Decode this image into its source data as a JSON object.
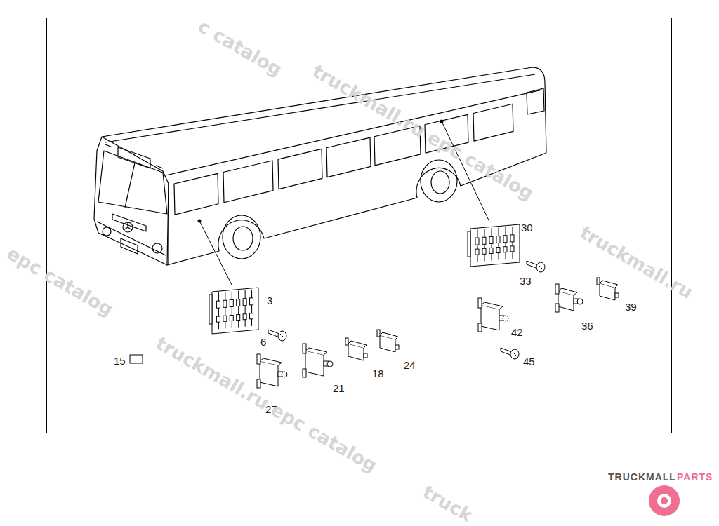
{
  "diagram": {
    "labels": [
      "30",
      "33",
      "3",
      "6",
      "42",
      "36",
      "39",
      "45",
      "15",
      "18",
      "24",
      "21",
      "27",
      "c catalog",
      "truckmall.ru epc catalog",
      "truckmall.ru",
      "epc catalog",
      "truckmall.ru epc catalog",
      "truck",
      "TRUCKMALL",
      "PARTS"
    ]
  }
}
